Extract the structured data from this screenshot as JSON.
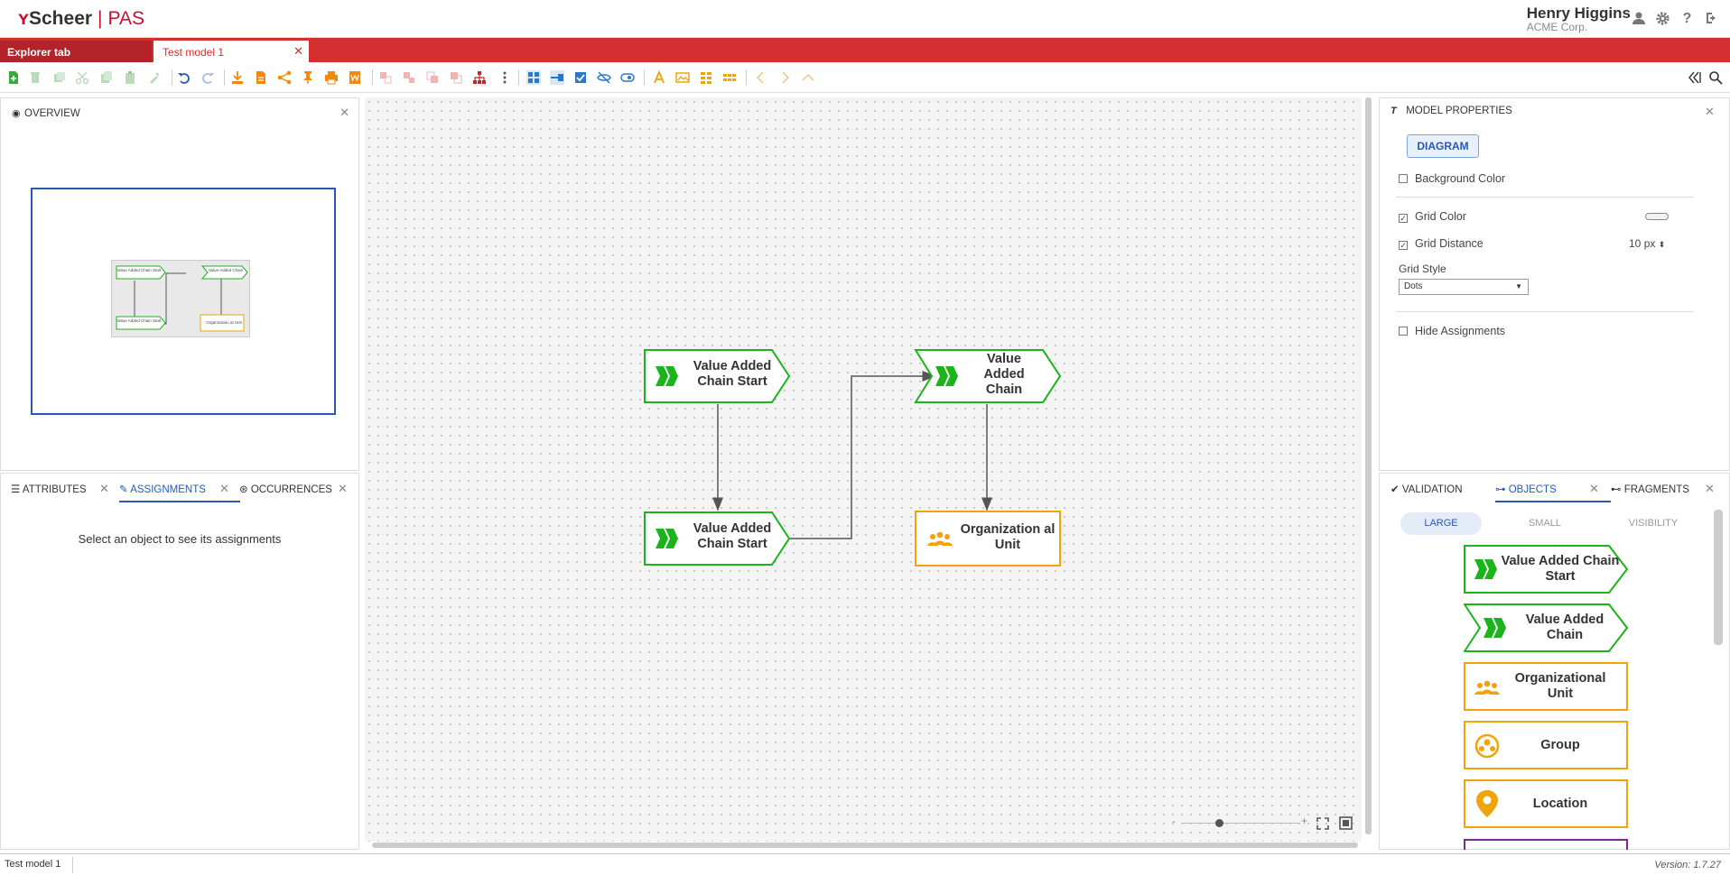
{
  "header": {
    "logo_brand": "Scheer",
    "logo_product": "PAS",
    "user_name": "Henry Higgins",
    "company": "ACME Corp."
  },
  "tabs": [
    {
      "label": "Explorer tab"
    },
    {
      "label": "Test model 1"
    }
  ],
  "overview": {
    "title": "OVERVIEW",
    "mini_nodes": [
      "Value Added Chain Start",
      "Value Added Chain",
      "Value Added Chain Start",
      "Organization al Unit"
    ]
  },
  "left_bottom": {
    "tabs": [
      "ATTRIBUTES",
      "ASSIGNMENTS",
      "OCCURRENCES"
    ],
    "active_tab": "ASSIGNMENTS",
    "empty_message": "Select an object to see its assignments"
  },
  "canvas": {
    "nodes": [
      {
        "id": "vac-start-1",
        "label": "Value Added Chain Start",
        "type": "value-added-chain-start"
      },
      {
        "id": "vac-1",
        "label": "Value Added Chain",
        "type": "value-added-chain"
      },
      {
        "id": "vac-start-2",
        "label": "Value Added Chain Start",
        "type": "value-added-chain-start"
      },
      {
        "id": "org-unit-1",
        "label": "Organization al Unit",
        "type": "organizational-unit"
      }
    ],
    "zoom_minus": "-",
    "zoom_plus": "+"
  },
  "model_properties": {
    "title": "MODEL PROPERTIES",
    "tab": "DIAGRAM",
    "background_color_label": "Background Color",
    "background_color_checked": false,
    "grid_color_label": "Grid Color",
    "grid_color_checked": true,
    "grid_distance_label": "Grid Distance",
    "grid_distance_checked": true,
    "grid_distance_value": "10",
    "grid_distance_unit": "px",
    "grid_style_label": "Grid Style",
    "grid_style_value": "Dots",
    "hide_assignments_label": "Hide Assignments",
    "hide_assignments_checked": false
  },
  "right_bottom": {
    "tabs": [
      "VALIDATION",
      "OBJECTS",
      "FRAGMENTS"
    ],
    "active_tab": "OBJECTS",
    "size_tabs": [
      "LARGE",
      "SMALL",
      "VISIBILITY"
    ],
    "active_size_tab": "LARGE",
    "palette": [
      {
        "label": "Value Added Chain Start",
        "icon": "chevron-icon"
      },
      {
        "label": "Value Added Chain",
        "icon": "chevron-icon"
      },
      {
        "label": "Organizational Unit",
        "icon": "people-icon"
      },
      {
        "label": "Group",
        "icon": "group-icon"
      },
      {
        "label": "Location",
        "icon": "location-pin-icon"
      }
    ]
  },
  "footer": {
    "model_name": "Test model 1",
    "version": "Version: 1.7.27"
  },
  "colors": {
    "brand_red": "#d42e30",
    "vac_green": "#1bb41b",
    "org_orange": "#f0a30a",
    "accent_blue": "#2a58b5"
  }
}
